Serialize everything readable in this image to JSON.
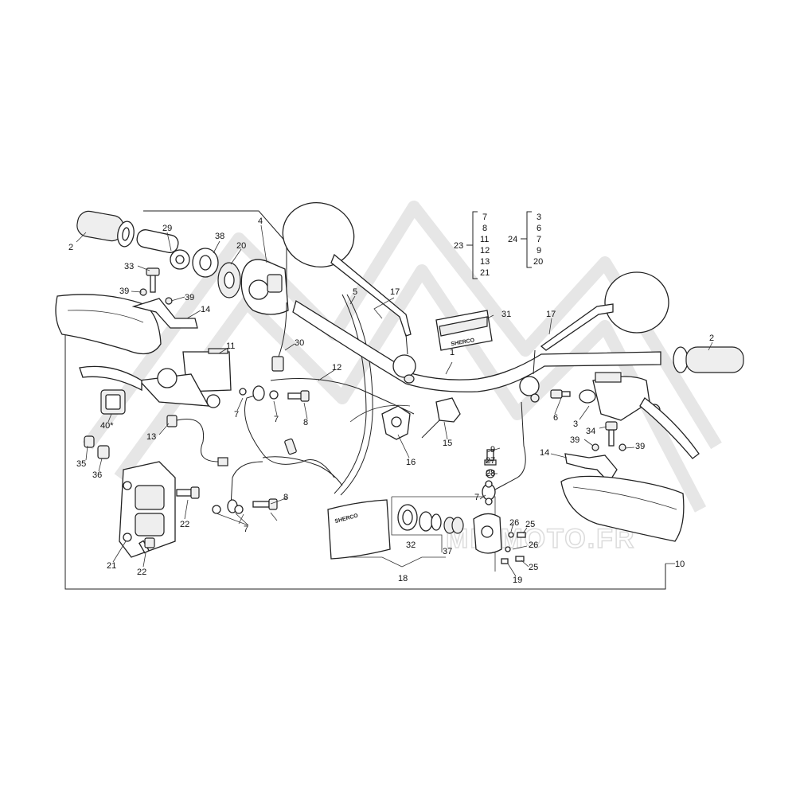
{
  "watermark": {
    "text": "MICMOTO.FR"
  },
  "stickers": {
    "grip_logo": "SHERCO",
    "pad_logo": "SHERCO"
  },
  "callouts": {
    "c1": "1",
    "c2a": "2",
    "c2b": "2",
    "c3": "3",
    "c4": "4",
    "c5": "5",
    "c6": "6",
    "c7a": "7",
    "c7b": "7",
    "c7c": "7",
    "c7d": "7",
    "c8a": "8",
    "c8b": "8",
    "c9": "9",
    "c10": "10",
    "c11": "11",
    "c12": "12",
    "c13": "13",
    "c14a": "14",
    "c14b": "14",
    "c15": "15",
    "c16": "16",
    "c17a": "17",
    "c17b": "17",
    "c18": "18",
    "c19": "19",
    "c20": "20",
    "c21": "21",
    "c22a": "22",
    "c22b": "22",
    "c25a": "25",
    "c25b": "25",
    "c26a": "26",
    "c26b": "26",
    "c27": "27",
    "c28": "28",
    "c29": "29",
    "c30": "30",
    "c31": "31",
    "c32": "32",
    "c33": "33",
    "c34": "34",
    "c35": "35",
    "c36": "36",
    "c37": "37",
    "c38": "38",
    "c39a": "39",
    "c39b": "39",
    "c39c": "39",
    "c39d": "39",
    "c40": "40*"
  },
  "kits": [
    {
      "label": "23",
      "items": [
        "7",
        "8",
        "11",
        "12",
        "13",
        "21"
      ]
    },
    {
      "label": "24",
      "items": [
        "3",
        "6",
        "7",
        "9",
        "20"
      ]
    }
  ]
}
